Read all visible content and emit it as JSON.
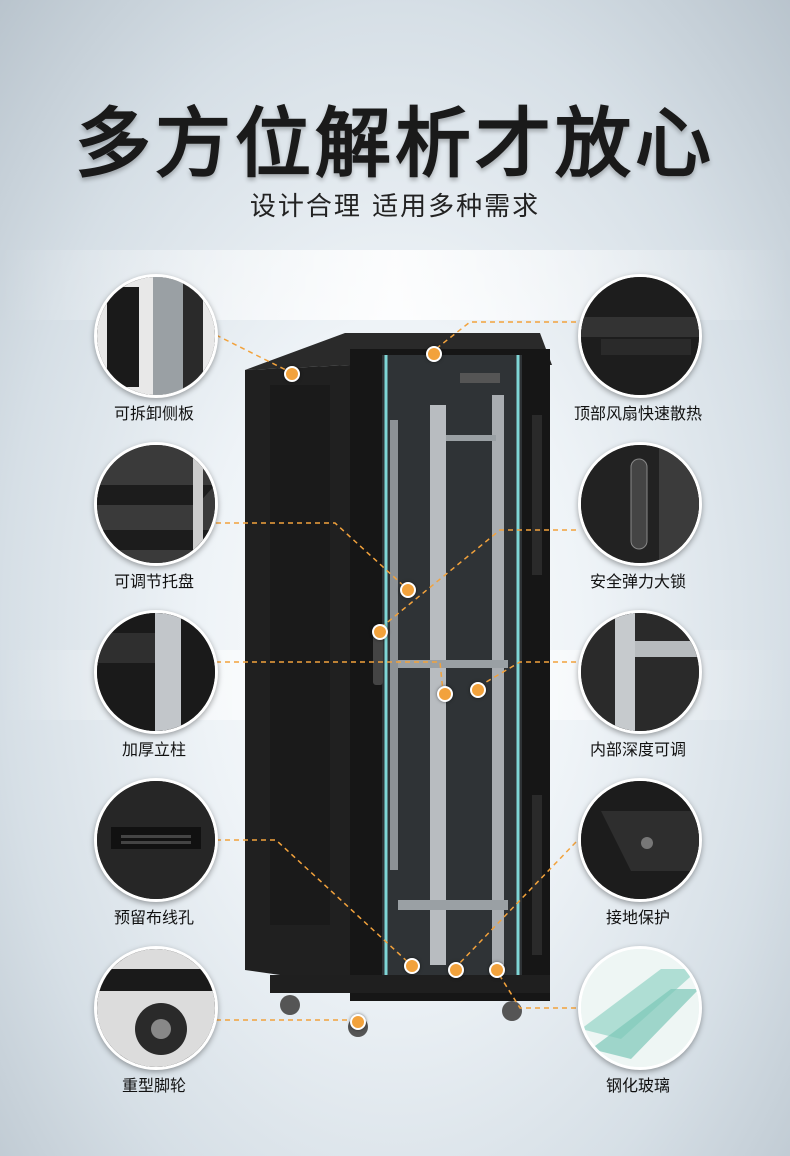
{
  "header": {
    "title": "多方位解析才放心",
    "subtitle": "设计合理  适用多种需求"
  },
  "features_left": [
    {
      "label": "可拆卸侧板",
      "icon": "side-panel-icon"
    },
    {
      "label": "可调节托盘",
      "icon": "tray-icon"
    },
    {
      "label": "加厚立柱",
      "icon": "column-icon"
    },
    {
      "label": "预留布线孔",
      "icon": "cable-hole-icon"
    },
    {
      "label": "重型脚轮",
      "icon": "caster-icon"
    }
  ],
  "features_right": [
    {
      "label": "顶部风扇快速散热",
      "icon": "fan-vent-icon"
    },
    {
      "label": "安全弹力大锁",
      "icon": "lock-icon"
    },
    {
      "label": "内部深度可调",
      "icon": "rail-icon"
    },
    {
      "label": "接地保护",
      "icon": "ground-icon"
    },
    {
      "label": "钢化玻璃",
      "icon": "glass-icon"
    }
  ],
  "colors": {
    "accent": "#f2a23c",
    "cabinet": "#1b1b1b",
    "glass_edge": "#7fd6d6"
  }
}
